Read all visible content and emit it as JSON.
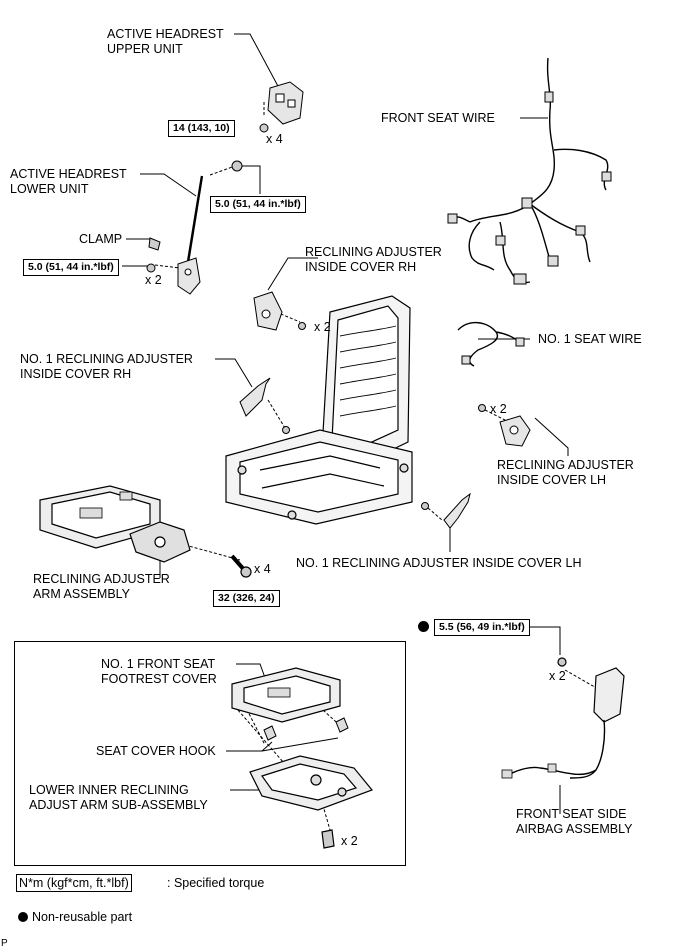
{
  "labels": {
    "active_headrest_upper_unit": [
      "ACTIVE HEADREST",
      "UPPER UNIT"
    ],
    "active_headrest_lower_unit": [
      "ACTIVE HEADREST",
      "LOWER UNIT"
    ],
    "clamp": "CLAMP",
    "front_seat_wire": "FRONT SEAT WIRE",
    "reclining_adjuster_inside_cover_rh": [
      "RECLINING ADJUSTER",
      "INSIDE COVER RH"
    ],
    "no1_reclining_adjuster_inside_cover_rh": [
      "NO. 1 RECLINING ADJUSTER",
      "INSIDE COVER RH"
    ],
    "no1_seat_wire": "NO. 1 SEAT WIRE",
    "reclining_adjuster_inside_cover_lh": [
      "RECLINING ADJUSTER",
      "INSIDE COVER LH"
    ],
    "no1_reclining_adjuster_inside_cover_lh": "NO. 1 RECLINING ADJUSTER INSIDE COVER LH",
    "reclining_adjuster_arm_assembly": [
      "RECLINING ADJUSTER",
      "ARM ASSEMBLY"
    ],
    "no1_front_seat_footrest_cover": [
      "NO. 1 FRONT SEAT",
      "FOOTREST COVER"
    ],
    "seat_cover_hook": "SEAT COVER HOOK",
    "lower_inner_reclining_adjust_arm": [
      "LOWER INNER RECLINING",
      "ADJUST ARM SUB-ASSEMBLY"
    ],
    "front_seat_side_airbag_assembly": [
      "FRONT SEAT SIDE",
      "AIRBAG ASSEMBLY"
    ]
  },
  "torques": {
    "upper_unit": "14 (143, 10)",
    "lower_unit_top": "5.0 (51, 44 in.*lbf)",
    "lower_unit_bottom": "5.0 (51, 44 in.*lbf)",
    "arm_assembly": "32 (326, 24)",
    "airbag": "5.5 (56, 49 in.*lbf)"
  },
  "quantities": {
    "upper_unit": "x 4",
    "lower_unit": "x 2",
    "cover_rh": "x 2",
    "cover_lh": "x 2",
    "arm_assembly": "x 4",
    "airbag": "x 2",
    "lower_inner_arm": "x 2"
  },
  "legend": {
    "torque_box": "N*m (kgf*cm, ft.*lbf)",
    "torque_text": ": Specified torque",
    "nonreusable_text": "Non-reusable part"
  },
  "corner_mark": "P"
}
